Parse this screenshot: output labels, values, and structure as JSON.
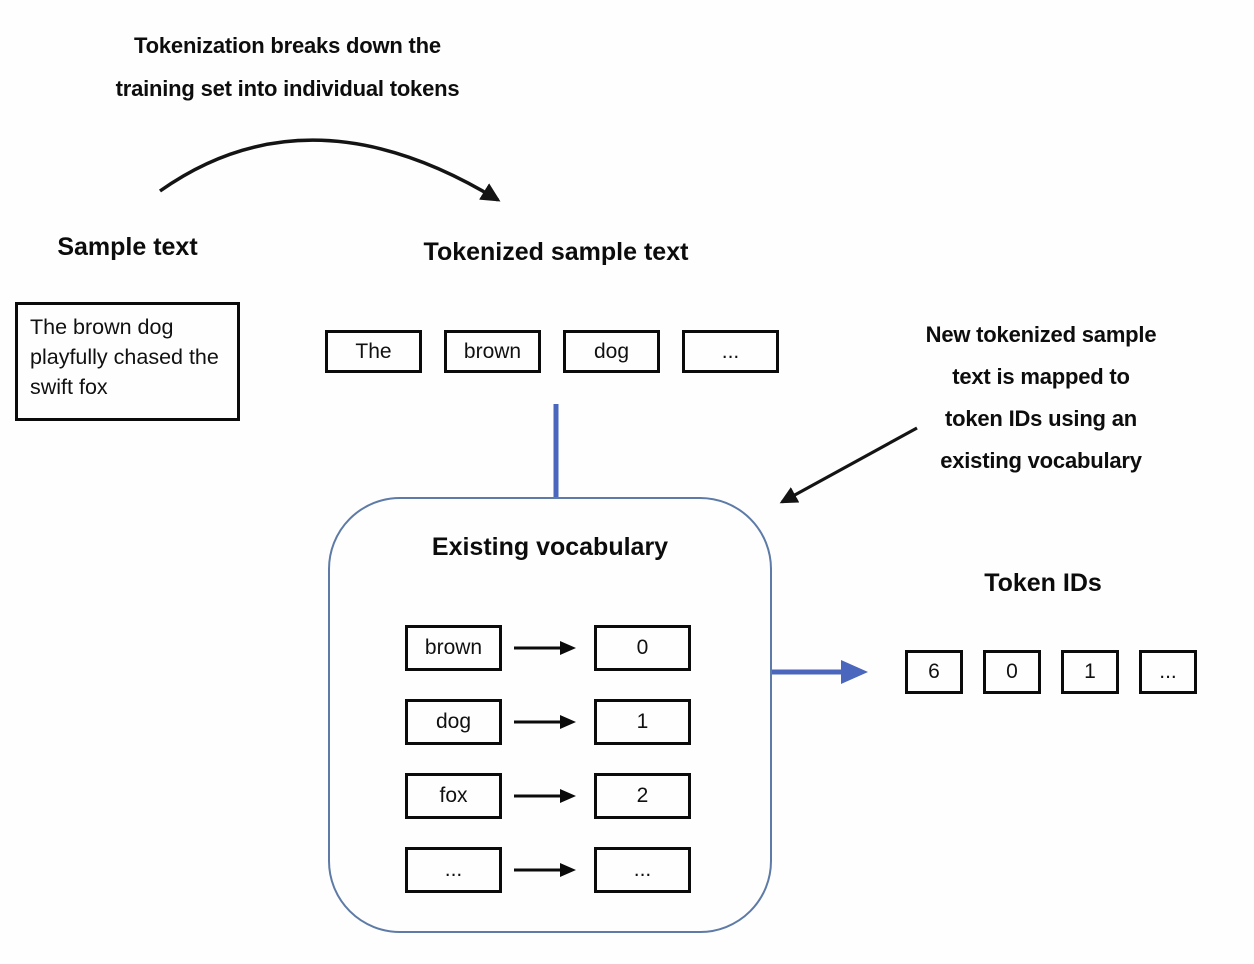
{
  "annotations": {
    "top": {
      "line1": "Tokenization breaks down the",
      "line2": "training set into individual tokens"
    },
    "right": {
      "line1": "New tokenized sample",
      "line2": "text is mapped to",
      "line3": "token IDs using an",
      "line4": "existing vocabulary"
    }
  },
  "sample": {
    "heading": "Sample text",
    "text": "The brown dog playfully chased the swift fox"
  },
  "tokenized": {
    "heading": "Tokenized sample text",
    "tokens": [
      "The",
      "brown",
      "dog",
      "..."
    ]
  },
  "vocabulary": {
    "heading": "Existing vocabulary",
    "rows": [
      {
        "token": "brown",
        "id": "0"
      },
      {
        "token": "dog",
        "id": "1"
      },
      {
        "token": "fox",
        "id": "2"
      },
      {
        "token": "...",
        "id": "..."
      }
    ]
  },
  "token_ids": {
    "heading": "Token IDs",
    "values": [
      "6",
      "0",
      "1",
      "..."
    ]
  },
  "colors": {
    "ink": "#111111",
    "connector_blue": "#4a66bd",
    "container_border": "#5d7ba6"
  }
}
